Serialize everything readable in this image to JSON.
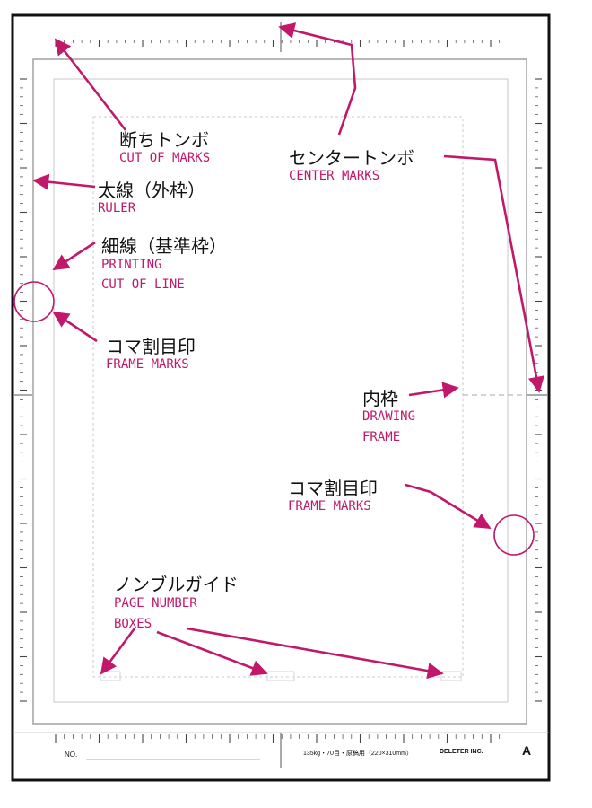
{
  "colors": {
    "accent": "#c2186b",
    "frame": "#111111",
    "guide": "#bdbdbd"
  },
  "labels": {
    "cut_marks": {
      "jp": "断ちトンボ",
      "en": "CUT OF MARKS"
    },
    "center_marks": {
      "jp": "センタートンボ",
      "en": "CENTER MARKS"
    },
    "ruler": {
      "jp": "太線（外枠）",
      "en": "RULER"
    },
    "printing_line": {
      "jp": "細線（基準枠）",
      "en1": "PRINTING",
      "en2": "CUT OF LINE"
    },
    "frame_marks_left": {
      "jp": "コマ割目印",
      "en": "FRAME MARKS"
    },
    "drawing_frame": {
      "jp": "内枠",
      "en1": "DRAWING",
      "en2": "FRAME"
    },
    "frame_marks_right": {
      "jp": "コマ割目印",
      "en": "FRAME MARKS"
    },
    "page_number": {
      "jp": "ノンブルガイド",
      "en1": "PAGE NUMBER",
      "en2": "BOXES"
    }
  },
  "footer": {
    "no_label": "NO.",
    "spec": "135kg・70目・原稿用（220×310mm）",
    "brand": "DELETER INC.",
    "size_letter": "A"
  }
}
